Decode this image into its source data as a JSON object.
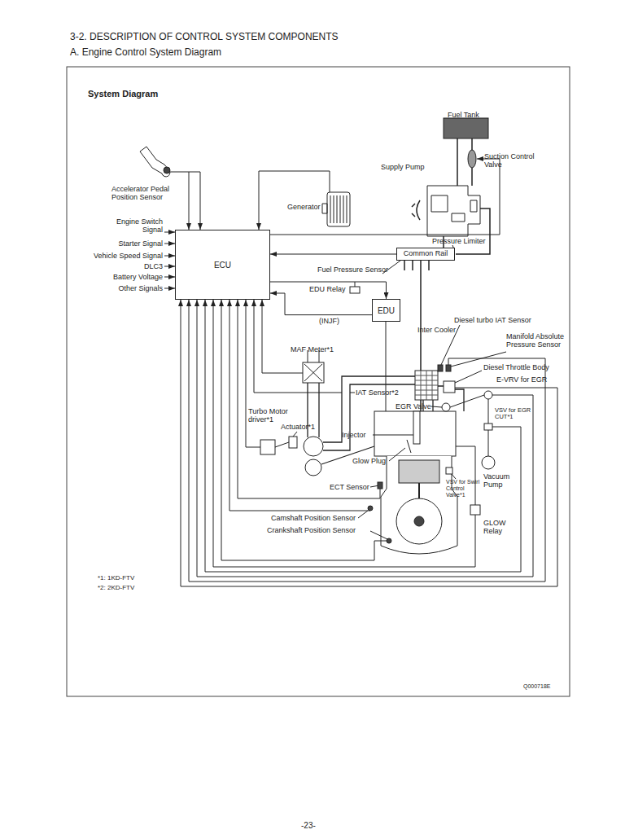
{
  "diagram": {
    "title": "3-2. DESCRIPTION OF CONTROL SYSTEM COMPONENTS",
    "nodes": [
      {
        "text": [
          "ECU"
        ]
      },
      {
        "text": [
          "Common Rail"
        ]
      },
      {
        "text": [
          "EDU"
        ]
      }
    ],
    "edges": [
      {
        "from": 1,
        "to": 0,
        "arrow": "to"
      },
      {
        "from": 2,
        "to": 0,
        "label": "(INJF)",
        "arrow": "to"
      },
      {
        "from": 0,
        "to": 2,
        "arrow": "to"
      }
    ],
    "labels": [
      "A. Engine Control System Diagram",
      "System Diagram",
      "Fuel Tank",
      "Suction Control Valve",
      "Supply Pump",
      "Accelerator Pedal Position Sensor",
      "Generator",
      "Engine Switch Signal",
      "Starter Signal",
      "Vehicle Speed Signal",
      "DLC3",
      "Battery Voltage",
      "Other Signals",
      "Pressure Limiter",
      "Fuel Pressure Sensor",
      "EDU Relay",
      "Diesel turbo IAT Sensor",
      "Inter Cooler",
      "Manifold Absolute Pressure Sensor",
      "MAF Meter*1",
      "Diesel Throttle Body",
      "E-VRV for EGR",
      "IAT Sensor*2",
      "EGR Valve",
      "VSV for EGR CUT*1",
      "Turbo Motor driver*1",
      "Actuator*1",
      "Injector",
      "Glow Plug",
      "VSV for Swirl Control Valve*1",
      "Vacuum Pump",
      "ECT Sensor",
      "GLOW Relay",
      "Camshaft Position Sensor",
      "Crankshaft Position Sensor",
      "*1: 1KD-FTV",
      "*2: 2KD-FTV",
      "Q000718E",
      "-23-"
    ]
  }
}
